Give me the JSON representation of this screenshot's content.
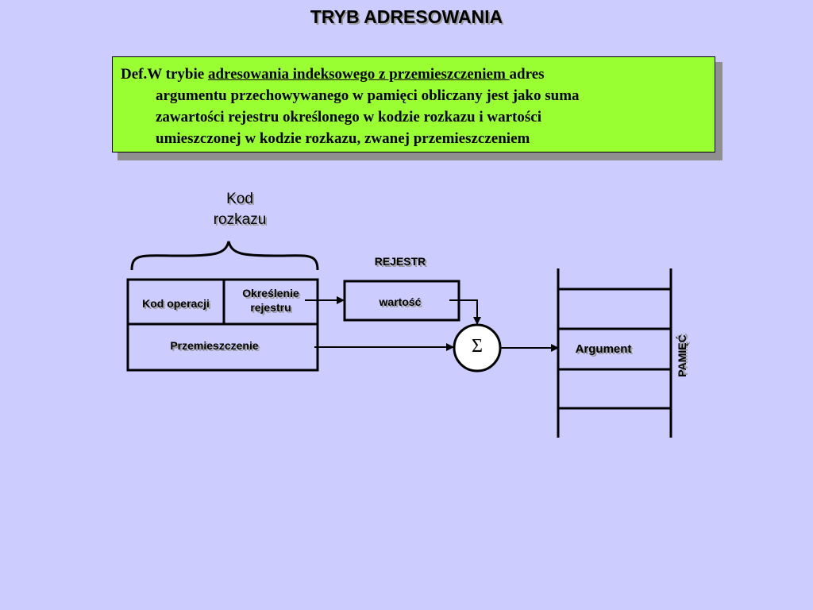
{
  "slide": {
    "title": "TRYB ADRESOWANIA",
    "definition": {
      "lead": "Def.W trybie ",
      "term": "adresowania indeksowego z przemieszczeniem ",
      "rest_line1": " adres",
      "line2": "argumentu przechowywanego w pamięci obliczany jest jako suma",
      "line3": "zawartości rejestru określonego w kodzie rozkazu i wartości",
      "line4": "umieszczonej w kodzie rozkazu, zwanej przemieszczeniem"
    }
  },
  "diagram": {
    "instruction_code_line1": "Kod",
    "instruction_code_line2": "rozkazu",
    "opcode": "Kod operacji",
    "register_spec_line1": "Określenie",
    "register_spec_line2": "rejestru",
    "displacement": "Przemieszczenie",
    "register_label": "REJESTR",
    "register_value": "wartość",
    "sum_symbol": "Σ",
    "argument": "Argument",
    "memory_label": "PAMIĘĆ"
  },
  "colors": {
    "background": "#ccccff",
    "definition_box": "#99ff33",
    "shadow": "#8f8f8f"
  }
}
